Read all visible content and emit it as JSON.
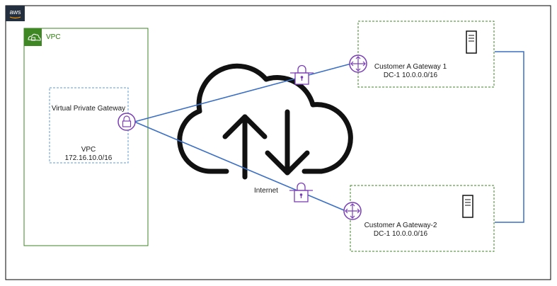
{
  "badges": {
    "cloud_provider": "aws"
  },
  "vpc": {
    "label": "VPC",
    "gateway": {
      "label": "Virtual Private Gateway",
      "vpc_name": "VPC",
      "cidr": "172.16.10.0/16"
    }
  },
  "internet": {
    "label": "Internet"
  },
  "customer_gateways": [
    {
      "name": "Customer A  Gateway 1",
      "network": "DC-1 10.0.0.0/16"
    },
    {
      "name": "Customer A Gateway-2",
      "network": "DC-1 10.0.0.0/16"
    }
  ],
  "colors": {
    "vpc_border": "#3f8624",
    "aws_badge": "#232f3e",
    "tunnel_line": "#3b6fc4",
    "gateway_icon": "#7b3fb5",
    "dc_border": "#3f8624",
    "gateway_box_border": "#5b9bd5"
  },
  "icons": [
    "aws-logo-icon",
    "vpc-cloud-lock-icon",
    "vpn-lock-icon",
    "router-icon",
    "server-icon",
    "cloud-upload-download-icon"
  ]
}
